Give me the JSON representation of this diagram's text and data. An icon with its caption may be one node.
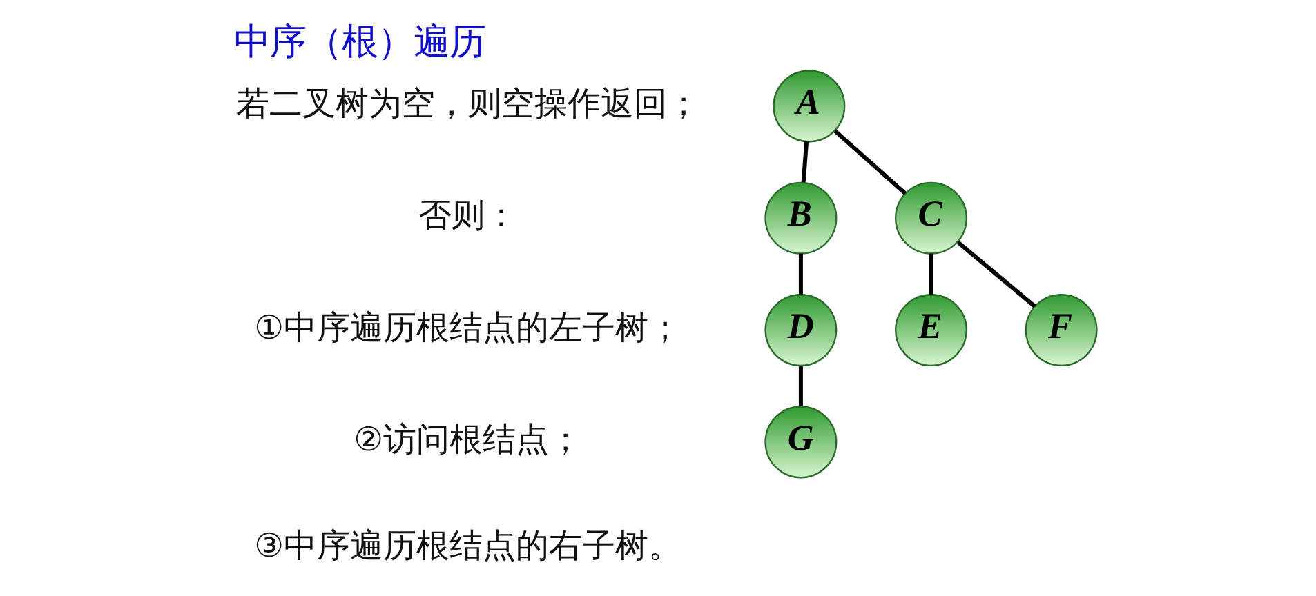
{
  "diagram": {
    "title": "中序（根）遍历",
    "nodes": [
      {
        "text": [
          "A"
        ]
      },
      {
        "text": [
          "B"
        ]
      },
      {
        "text": [
          "C"
        ]
      },
      {
        "text": [
          "D"
        ]
      },
      {
        "text": [
          "E"
        ]
      },
      {
        "text": [
          "F"
        ]
      },
      {
        "text": [
          "G"
        ]
      }
    ],
    "edges": [
      {
        "from": 0,
        "to": 1,
        "arrow": "none"
      },
      {
        "from": 0,
        "to": 2,
        "arrow": "none"
      },
      {
        "from": 1,
        "to": 3,
        "arrow": "none"
      },
      {
        "from": 2,
        "to": 4,
        "arrow": "none"
      },
      {
        "from": 2,
        "to": 5,
        "arrow": "none"
      },
      {
        "from": 3,
        "to": 6,
        "arrow": "none"
      }
    ],
    "labels": [
      "若二叉树为空，则空操作返回；",
      "否则：",
      "①中序遍历根结点的左子树；",
      "②访问根结点；",
      "③中序遍历根结点的右子树。"
    ]
  }
}
